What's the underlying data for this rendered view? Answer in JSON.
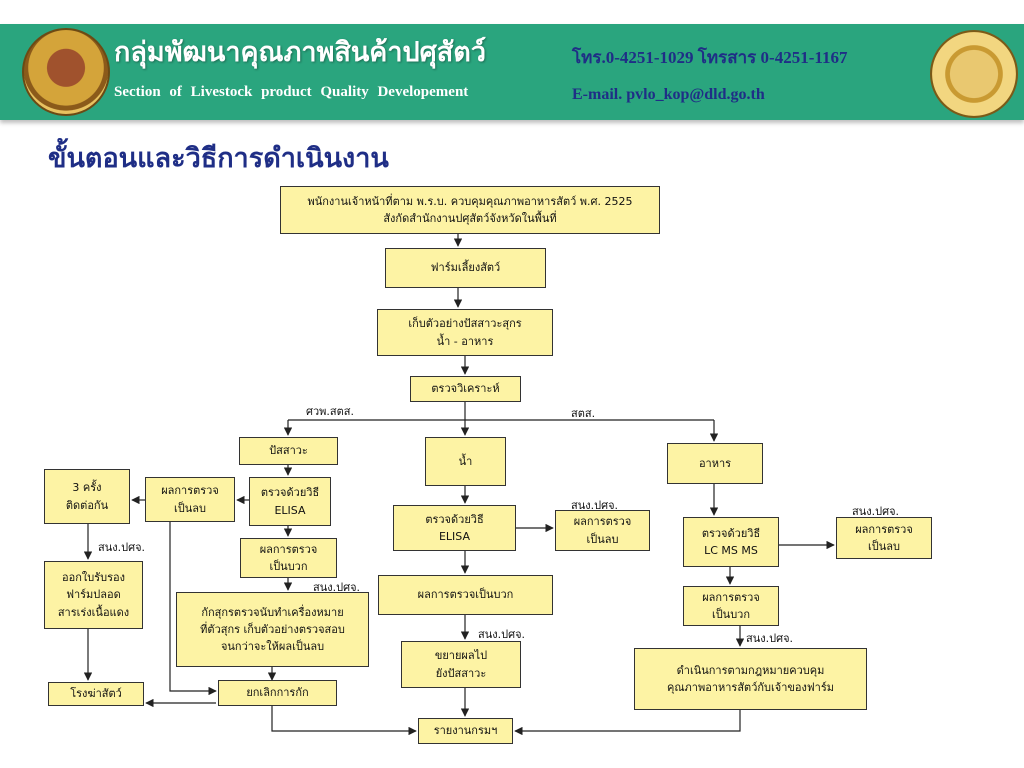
{
  "header": {
    "title_th": "กลุ่มพัฒนาคุณภาพสินค้าปศุสัตว์",
    "title_en": "Section of Livestock product Quality Developement",
    "phone": "โทร.0-4251-1029 โทรสาร 0-4251-1167",
    "email": "E-mail. pvlo_kop@dld.go.th",
    "left_logo_icon": "department-seal-icon",
    "right_logo_icon": "provincial-seal-icon"
  },
  "page": {
    "heading": "ขั้นตอนและวิธีการดำเนินงาน"
  },
  "colors": {
    "banner": "#2aa57e",
    "heading": "#1f2e86",
    "box_fill": "#fdf3a4",
    "box_border": "#333333"
  },
  "flowchart": {
    "boxes": {
      "officer": "พนักงานเจ้าหน้าที่ตาม พ.ร.บ. ควบคุมคุณภาพอาหารสัตว์ พ.ศ. 2525\nสังกัดสำนักงานปศุสัตว์จังหวัดในพื้นที่",
      "farm": "ฟาร์มเลี้ยงสัตว์",
      "collect": "เก็บตัวอย่างปัสสาวะสุกร\nน้ำ - อาหาร",
      "analyze": "ตรวจวิเคราะห์",
      "urine": "ปัสสาวะ",
      "water": "น้ำ",
      "feed": "อาหาร",
      "three_times": "3 ครั้ง\nติดต่อกัน",
      "urine_negative": "ผลการตรวจ\nเป็นลบ",
      "urine_elisa": "ตรวจด้วยวิธี\nELISA",
      "urine_positive": "ผลการตรวจ\nเป็นบวก",
      "certify": "ออกใบรับรอง\nฟาร์มปลอด\nสารเร่งเนื้อแดง",
      "quarantine": "กักสุกรตรวจนับทำเครื่องหมาย\nที่ตัวสุกร เก็บตัวอย่างตรวจสอบ\nจนกว่าจะให้ผลเป็นลบ",
      "slaughterhouse": "โรงฆ่าสัตว์",
      "cancel_quarantine": "ยกเลิกการกัก",
      "water_elisa": "ตรวจด้วยวิธี\nELISA",
      "water_negative": "ผลการตรวจ\nเป็นลบ",
      "water_positive": "ผลการตรวจเป็นบวก",
      "expand_urine": "ขยายผลไป\nยังปัสสาวะ",
      "feed_lcms": "ตรวจด้วยวิธี\nLC MS MS",
      "feed_negative": "ผลการตรวจ\nเป็นลบ",
      "feed_positive": "ผลการตรวจ\nเป็นบวก",
      "legal_action": "ดำเนินการตามกฎหมายควบคุม\nคุณภาพอาหารสัตว์กับเจ้าของฟาร์ม",
      "report": "รายงานกรมฯ"
    },
    "labels": {
      "sawp": "ศวพ.สตส.",
      "stas": "สตส.",
      "snk_certify": "สนง.ปศจ.",
      "snk_quarantine": "สนง.ปศจ.",
      "snk_water_negative": "สนง.ปศจ.",
      "snk_water_positive": "สนง.ปศจ.",
      "snk_feed_negative": "สนง.ปศจ.",
      "snk_feed_positive": "สนง.ปศจ."
    }
  }
}
